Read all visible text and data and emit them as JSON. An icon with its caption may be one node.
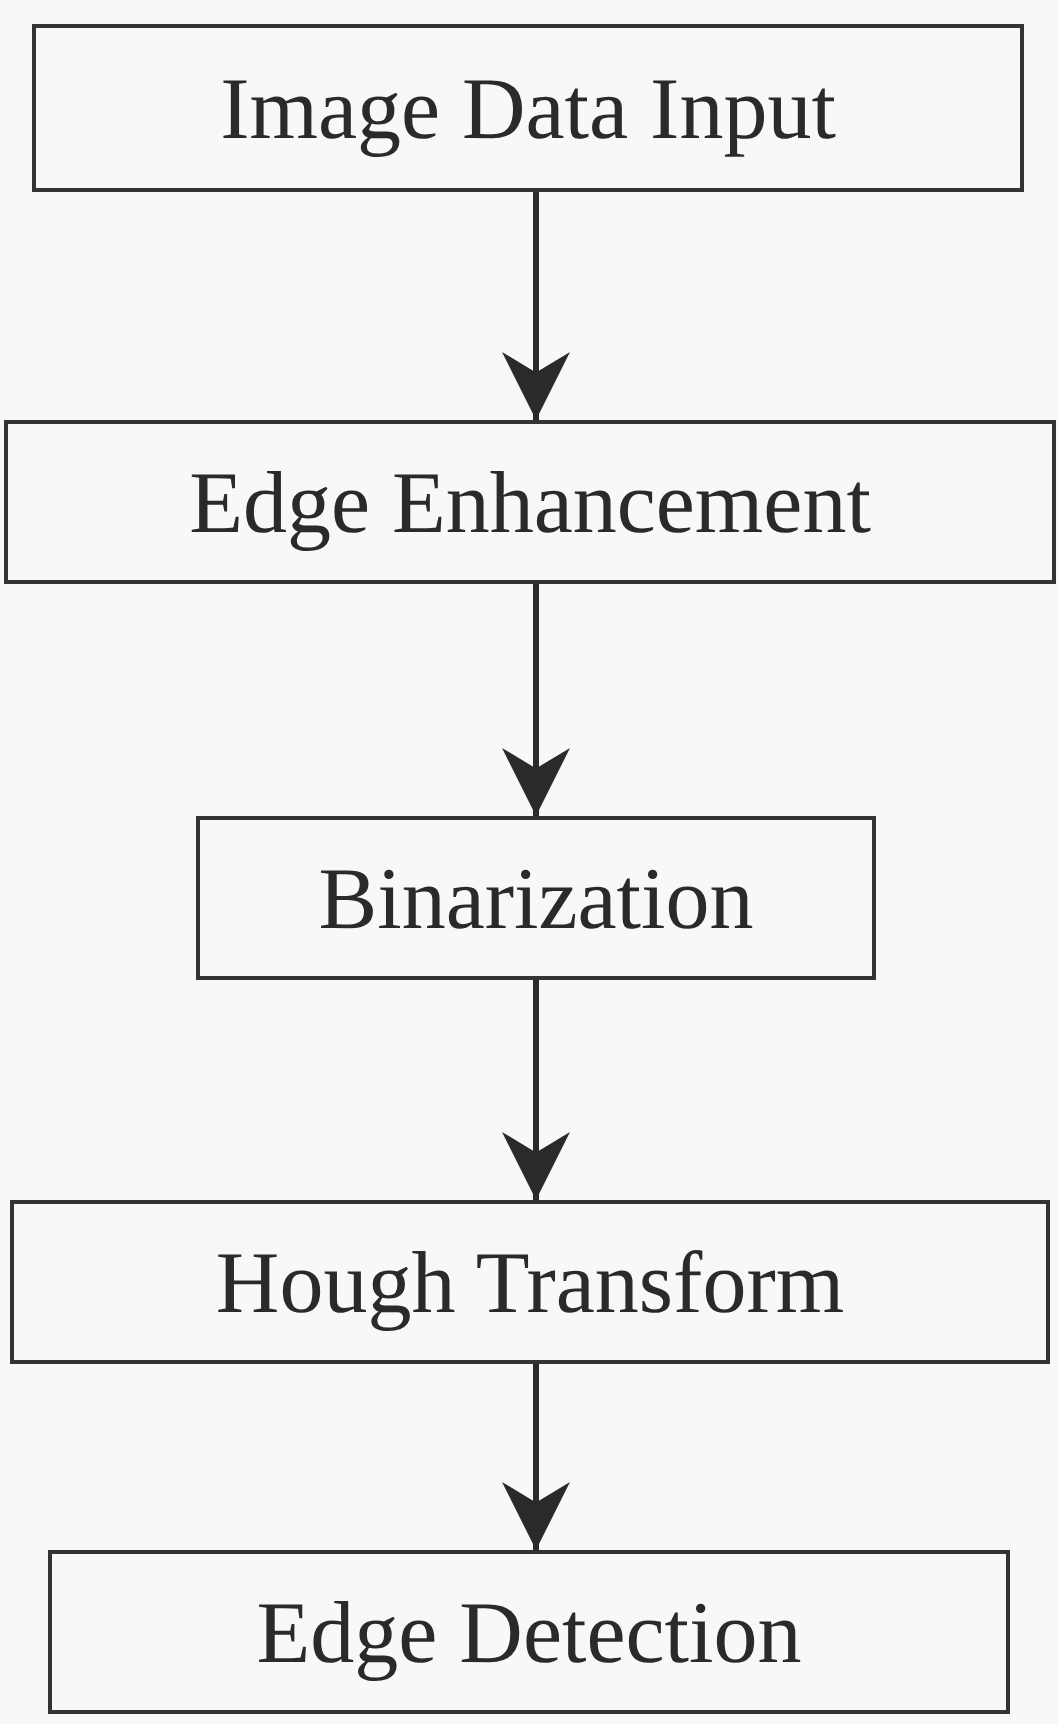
{
  "diagram": {
    "nodes": [
      {
        "text": [
          "Image Data Input"
        ]
      },
      {
        "text": [
          "Edge Enhancement"
        ]
      },
      {
        "text": [
          "Binarization"
        ]
      },
      {
        "text": [
          "Hough Transform"
        ]
      },
      {
        "text": [
          "Edge Detection"
        ]
      }
    ],
    "edges": [
      {
        "from": 0,
        "to": 1,
        "arrow": "to"
      },
      {
        "from": 1,
        "to": 2,
        "arrow": "to"
      },
      {
        "from": 2,
        "to": 3,
        "arrow": "to"
      },
      {
        "from": 3,
        "to": 4,
        "arrow": "to"
      }
    ]
  }
}
